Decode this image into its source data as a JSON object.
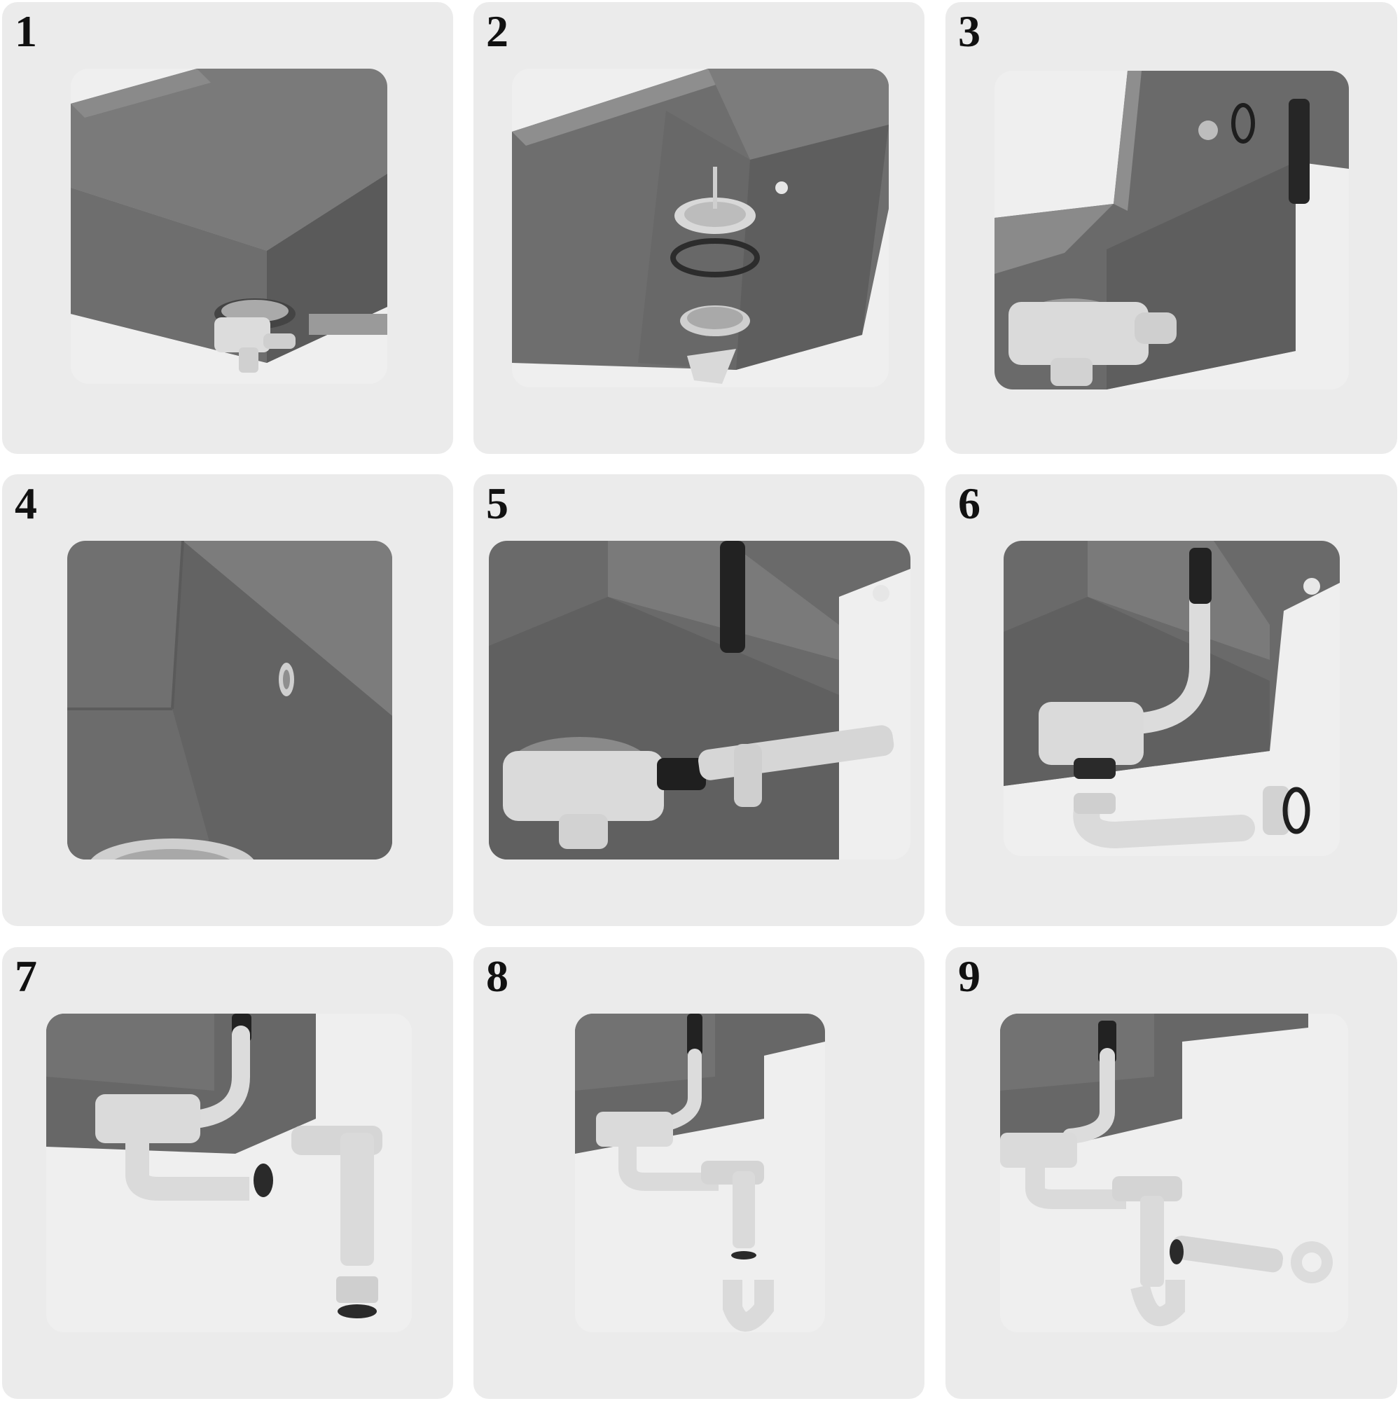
{
  "steps": [
    {
      "label": "1"
    },
    {
      "label": "2"
    },
    {
      "label": "3"
    },
    {
      "label": "4"
    },
    {
      "label": "5"
    },
    {
      "label": "6"
    },
    {
      "label": "7"
    },
    {
      "label": "8"
    },
    {
      "label": "9"
    }
  ],
  "colors": {
    "panel_bg": "#ebebeb",
    "sink_gray": "#6b6b6b",
    "sink_dark": "#565656",
    "sink_light": "#8a8a8a",
    "pipe_white": "#dcdcdc",
    "pipe_shade": "#bdbdbd",
    "hose_black": "#2a2a2a",
    "chrome": "#c9c9c9"
  }
}
